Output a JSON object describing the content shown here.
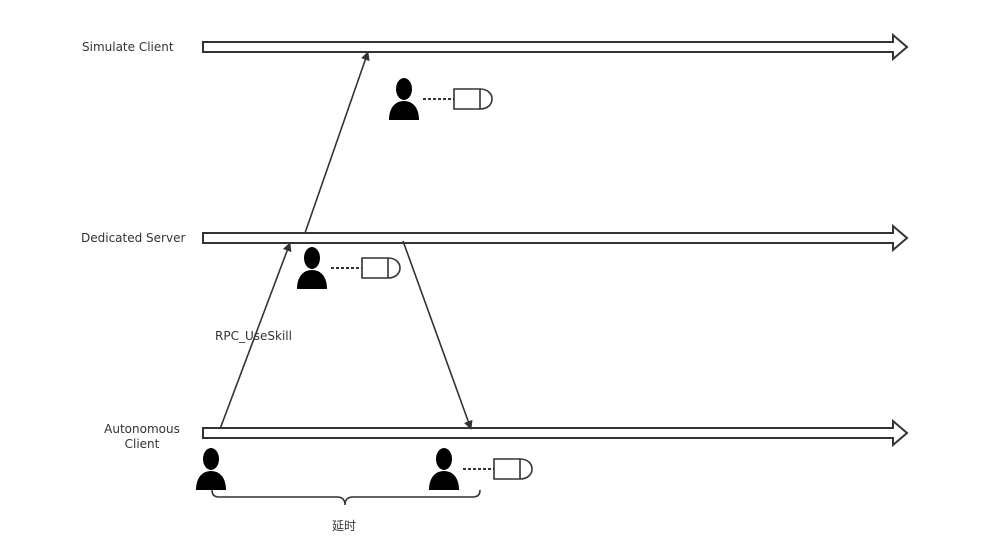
{
  "diagram": {
    "type": "network-sequence",
    "lanes": [
      {
        "id": "simulate",
        "label": "Simulate Client"
      },
      {
        "id": "server",
        "label": "Dedicated Server"
      },
      {
        "id": "autonomous",
        "label_line1": "Autonomous",
        "label_line2": "Client"
      }
    ],
    "messages": [
      {
        "from": "autonomous",
        "to": "server",
        "label": "RPC_UseSkill"
      },
      {
        "from": "server",
        "to": "simulate",
        "label": ""
      },
      {
        "from": "server",
        "to": "autonomous",
        "label": ""
      }
    ],
    "actors": [
      {
        "lane": "simulate",
        "has_weapon": true
      },
      {
        "lane": "server",
        "has_weapon": true
      },
      {
        "lane": "autonomous",
        "has_weapon": false,
        "position": "start"
      },
      {
        "lane": "autonomous",
        "has_weapon": true,
        "position": "end"
      }
    ],
    "brace_label": "延时",
    "colors": {
      "stroke": "#333333",
      "actor": "#000000",
      "text": "#333333",
      "background": "#ffffff"
    }
  }
}
